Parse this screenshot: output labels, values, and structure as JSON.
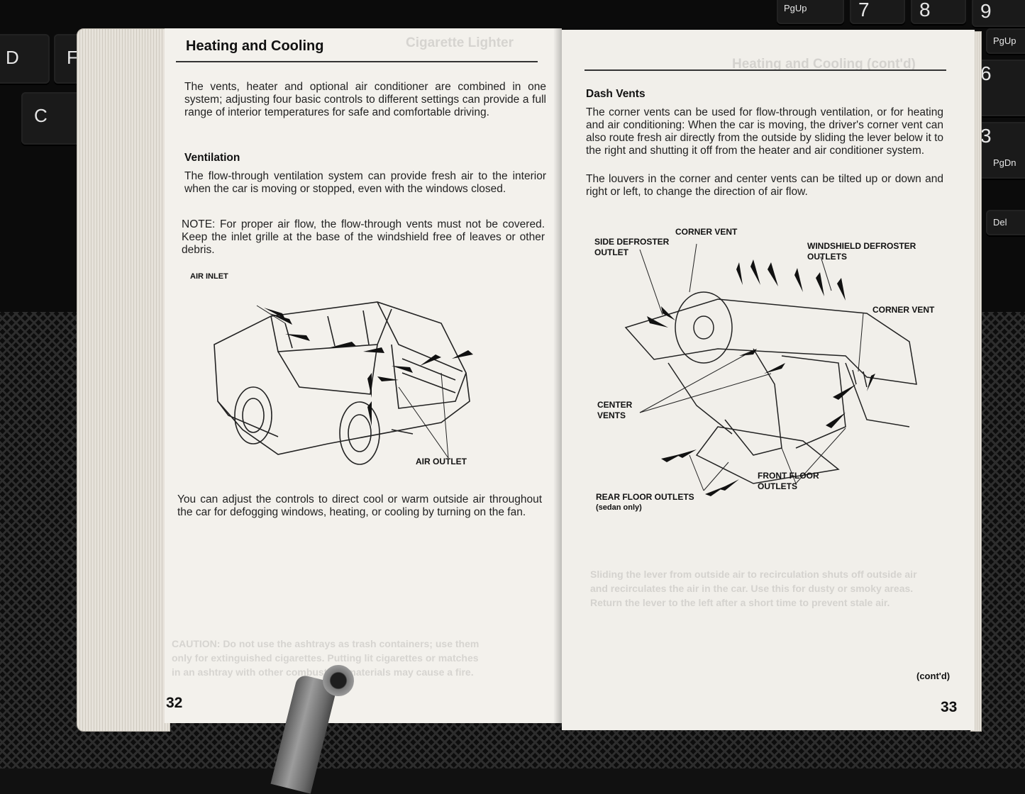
{
  "keyboard": {
    "keys": [
      {
        "name": "D",
        "label": "D"
      },
      {
        "name": "F",
        "label": "F"
      },
      {
        "name": "C",
        "label": "C"
      },
      {
        "name": "PgUp",
        "label": "PgUp"
      },
      {
        "name": "7",
        "label": "7"
      },
      {
        "name": "8",
        "label": "8"
      },
      {
        "name": "9",
        "label": "9"
      },
      {
        "name": "PgUp2",
        "label": "PgUp"
      },
      {
        "name": "6",
        "label": "6"
      },
      {
        "name": "3",
        "label": "3"
      },
      {
        "name": "PgDn",
        "label": "PgDn"
      },
      {
        "name": "Del",
        "label": "Del"
      }
    ]
  },
  "left_page": {
    "title": "Heating and Cooling",
    "intro": "The vents, heater and optional air conditioner are combined in one system; adjusting four basic controls to different settings can provide a full range of interior temperatures for safe and comfortable driving.",
    "ventilation_heading": "Ventilation",
    "ventilation_text": "The flow-through ventilation system can provide fresh air to the interior when the car is moving or stopped, even with the windows closed.",
    "note": "NOTE:  For proper air flow, the flow-through vents must not be covered. Keep the inlet grille at the base of the windshield free of leaves or other debris.",
    "label_air_inlet": "AIR INLET",
    "label_air_outlet": "AIR OUTLET",
    "closing_text": "You can adjust the controls to direct cool or warm outside air throughout the car for defogging windows, heating, or cooling by turning on the fan.",
    "page_number": "32"
  },
  "right_page": {
    "dash_heading": "Dash Vents",
    "dash_text_1": "The corner vents can be used for flow-through ventilation, or for heating and air conditioning: When the car is moving, the driver's corner vent can also route fresh air directly from the outside by sliding the lever below it to the right and shutting it off from the heater and air conditioner system.",
    "dash_text_2": "The louvers in the corner and center vents can be tilted up or down and right or left, to change the direction of air flow.",
    "label_side_defroster": "SIDE DEFROSTER\nOUTLET",
    "label_corner_vent_top": "CORNER VENT",
    "label_windshield_defroster": "WINDSHIELD DEFROSTER\nOUTLETS",
    "label_corner_vent_right": "CORNER VENT",
    "label_center_vents": "CENTER\nVENTS",
    "label_front_floor": "FRONT FLOOR\nOUTLETS",
    "label_rear_floor": "REAR FLOOR OUTLETS",
    "label_sedan_only": "(sedan only)",
    "cont": "(cont'd)",
    "page_number": "33"
  }
}
